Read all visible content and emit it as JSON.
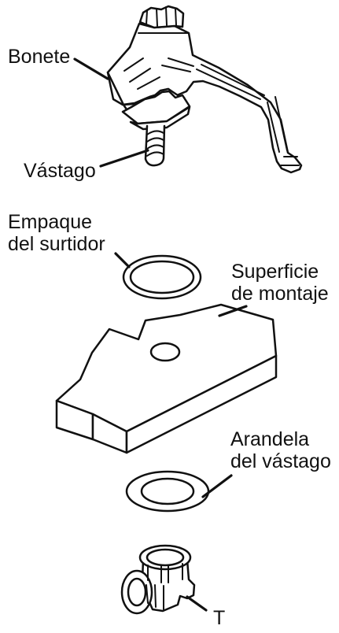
{
  "labels": {
    "bonete": "Bonete",
    "vastago": "Vástago",
    "empaque_line1": "Empaque",
    "empaque_line2": "del surtidor",
    "superficie_line1": "Superficie",
    "superficie_line2": "de montaje",
    "arandela_line1": "Arandela",
    "arandela_line2": "del vástago",
    "t": "T"
  },
  "colors": {
    "line": "#111111",
    "fill": "#ffffff",
    "background": "#ffffff"
  }
}
